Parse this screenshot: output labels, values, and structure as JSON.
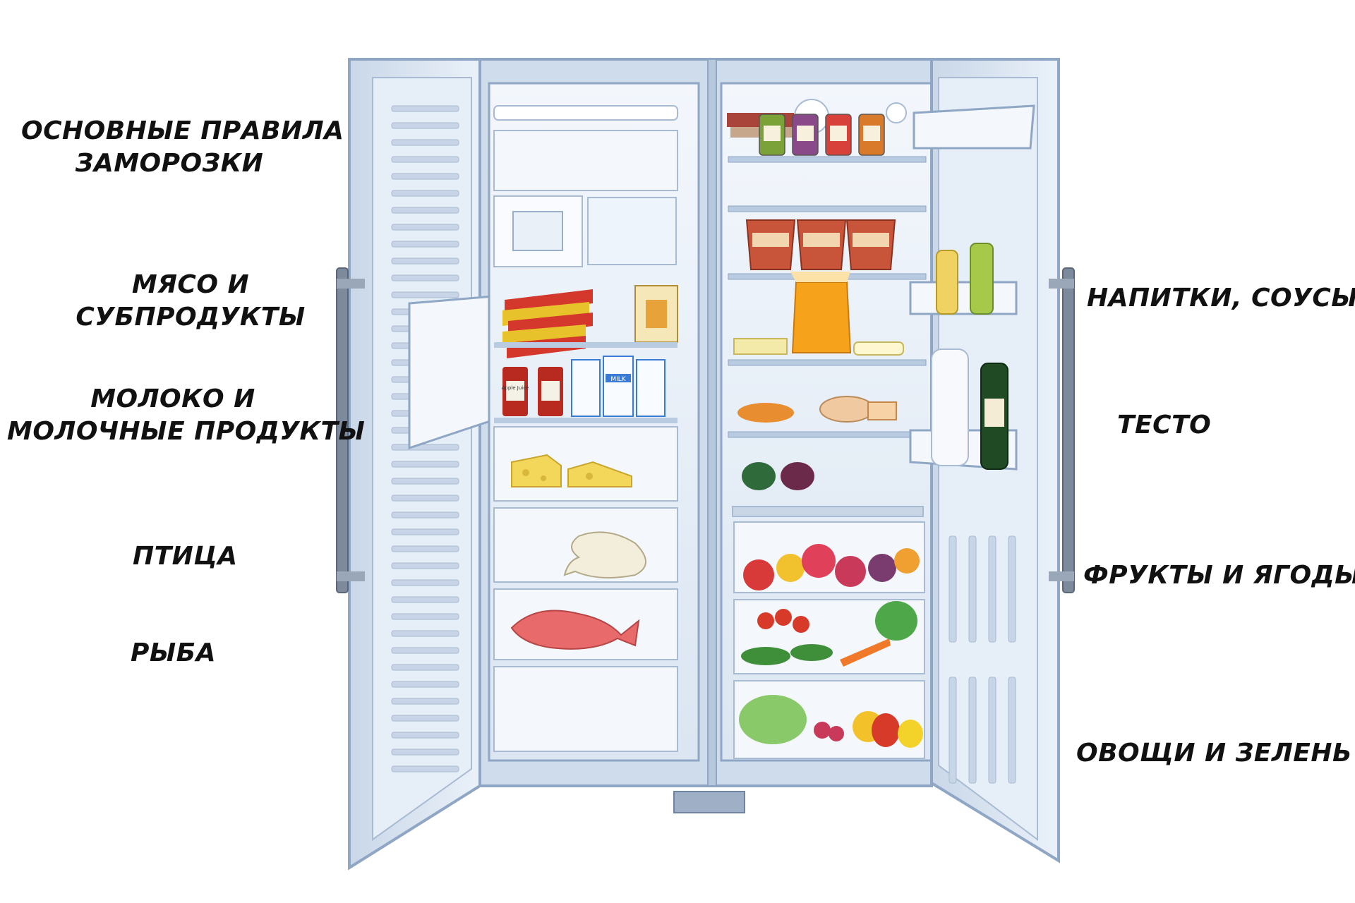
{
  "labels": {
    "left": {
      "freezing_rules": [
        "ОСНОВНЫЕ ПРАВИЛА",
        "ЗАМОРОЗКИ"
      ],
      "meat": [
        "МЯСО И",
        "СУБПРОДУКТЫ"
      ],
      "dairy": [
        "МОЛОКО И",
        "МОЛОЧНЫЕ ПРОДУКТЫ"
      ],
      "poultry": "ПТИЦА",
      "fish": "РЫБА"
    },
    "right": {
      "drinks": "НАПИТКИ, СОУСЫ",
      "dough": "ТЕСТО",
      "fruits": "ФРУКТЫ И ЯГОДЫ",
      "vegetables": "ОВОЩИ И ЗЕЛЕНЬ"
    }
  },
  "package_text": {
    "juice_bottle": "Apple Juice",
    "milk_carton": "MILK"
  },
  "colors": {
    "fridge_body": "#dde7f3",
    "fridge_frame": "#8fa6c4",
    "interior": "#eef4fb",
    "shelf": "#b9cbe0",
    "handle": "#7d8a9b"
  }
}
